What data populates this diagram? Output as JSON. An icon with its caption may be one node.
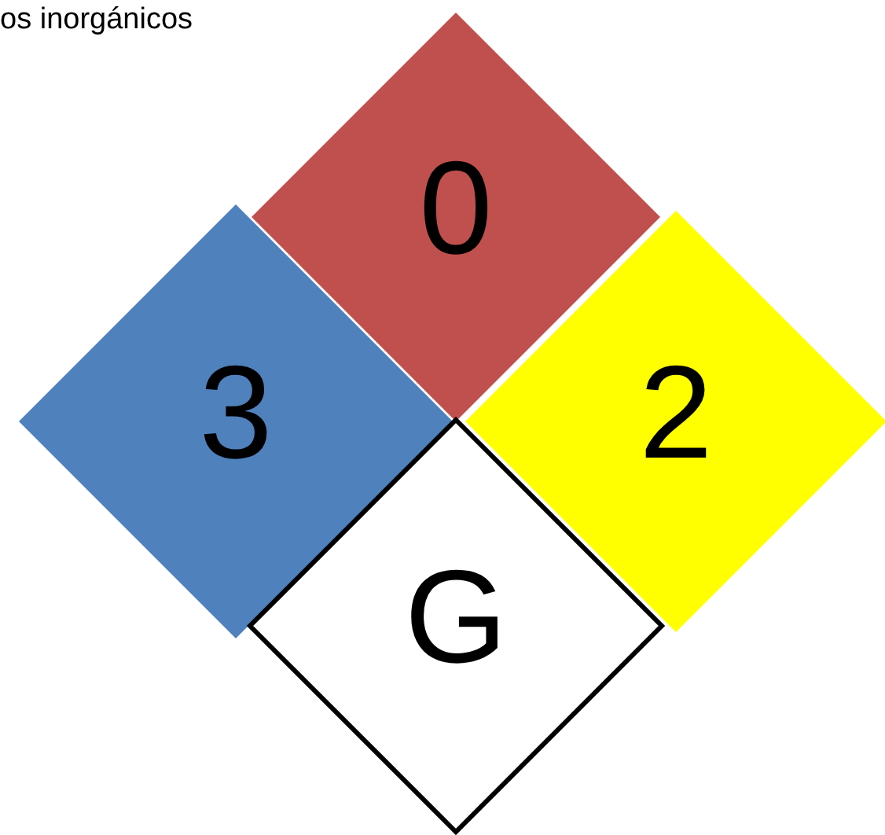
{
  "diagram": {
    "nodes": [
      {
        "text": [
          "0"
        ]
      },
      {
        "text": [
          "3"
        ]
      },
      {
        "text": [
          "2"
        ]
      },
      {
        "text": [
          "G"
        ]
      }
    ],
    "labels": [
      "os inorgánicos"
    ]
  }
}
